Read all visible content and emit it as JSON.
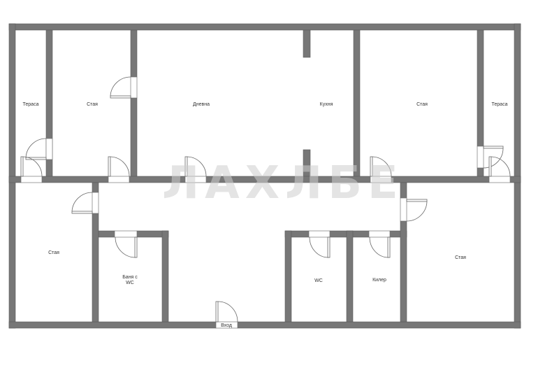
{
  "plan": {
    "type": "floor-plan",
    "colors": {
      "wall": "#777777",
      "background": "#ffffff",
      "label": "#333333",
      "watermark": "#cfcfcf"
    },
    "rooms": [
      {
        "id": "terrace-left",
        "label": "Тераса"
      },
      {
        "id": "room-top-left",
        "label": "Стая"
      },
      {
        "id": "living-room",
        "label": "Дневна"
      },
      {
        "id": "kitchen",
        "label": "Кухня"
      },
      {
        "id": "room-top-right",
        "label": "Стая"
      },
      {
        "id": "terrace-right",
        "label": "Тераса"
      },
      {
        "id": "room-bottom-left",
        "label": "Стая"
      },
      {
        "id": "bathroom",
        "label_line1": "Баня с",
        "label_line2": "WC"
      },
      {
        "id": "wc",
        "label": "WC"
      },
      {
        "id": "storage",
        "label": "Килер"
      },
      {
        "id": "room-bottom-right",
        "label": "Стая"
      }
    ],
    "entrance": {
      "label": "Вход"
    },
    "watermark": "ЛАХЛБЕ"
  }
}
